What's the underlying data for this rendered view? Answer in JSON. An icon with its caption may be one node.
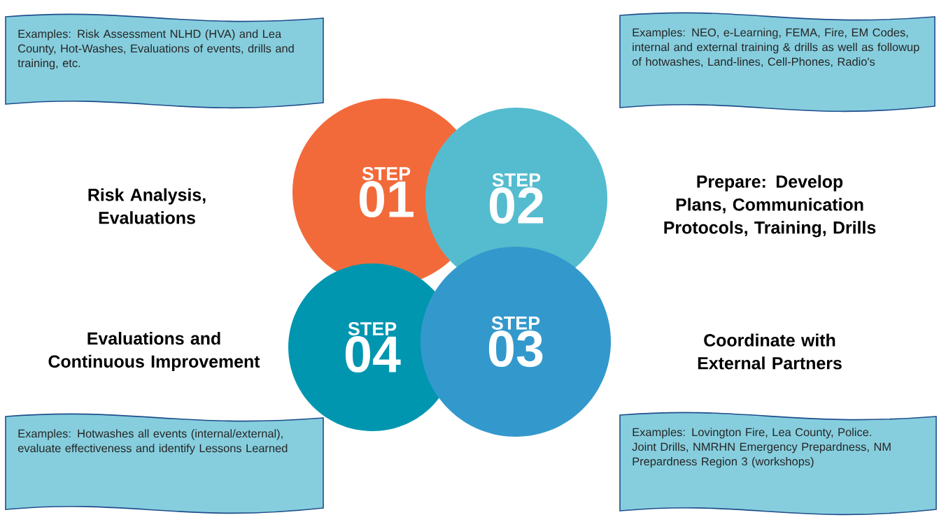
{
  "diagram": {
    "nodes": [
      {
        "text": [
          "Examples: Risk Assessment NLHD (HVA) and Lea County, Hot-Washes, Evaluations of events, drills and training, etc."
        ]
      },
      {
        "text": [
          "Examples: NEO, e-Learning,  FEMA, Fire, EM Codes, internal and external training & drills as well as followup of hotwashes, Land-lines, Cell-Phones, Radio's"
        ]
      },
      {
        "text": [
          "STEP",
          "01"
        ]
      },
      {
        "text": [
          "STEP",
          "02"
        ]
      },
      {
        "text": [
          "STEP",
          "04"
        ]
      },
      {
        "text": [
          "STEP",
          "03"
        ]
      },
      {
        "text": [
          "Examples: Hotwashes all events (internal/external), evaluate effectiveness and identify Lessons Learned"
        ]
      },
      {
        "text": [
          "Examples: Lovington Fire, Lea County, Police. Joint Drills, NMRHN  Emergency Prepardness, NM Prepardness Region 3 (workshops)"
        ]
      }
    ],
    "labels": [
      "Risk Analysis, Evaluations",
      "Prepare: Develop Plans, Communication Protocols, Training, Drills",
      "Evaluations and Continuous Improvement",
      "Coordinate with External Partners"
    ]
  }
}
